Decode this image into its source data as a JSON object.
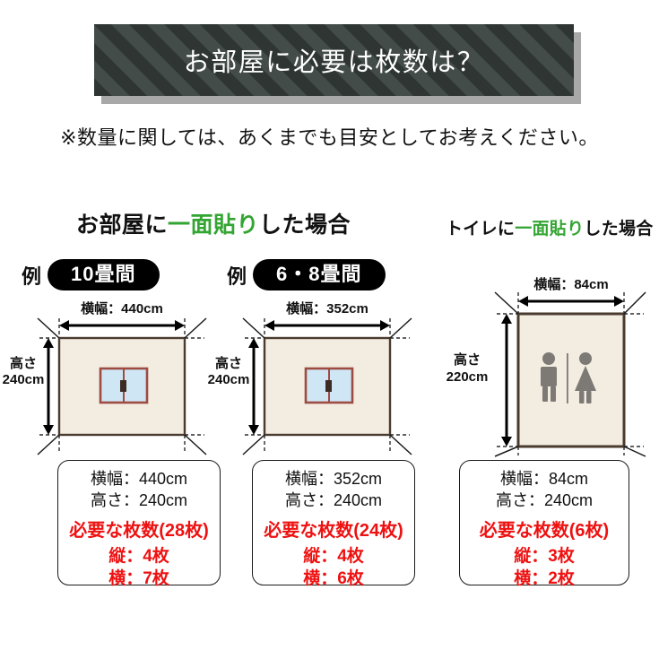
{
  "banner": {
    "title": "お部屋に必要は枚数は？",
    "bg_color": "#2e3533",
    "stripe_color": "#434c49",
    "shadow_color": "#a8a8a8",
    "text_color": "#ffffff"
  },
  "subtitle": "※数量に関しては、あくまでも目安としてお考えください。",
  "accent_green": "#33a532",
  "accent_red": "#ee1111",
  "sections": {
    "room": {
      "heading_pre": "お部屋に",
      "heading_highlight": "一面貼り",
      "heading_post": "した場合"
    },
    "toilet": {
      "heading_pre": "トイレに",
      "heading_highlight": "一面貼り",
      "heading_post": "した場合"
    }
  },
  "examples": [
    {
      "label": "例",
      "badge": "10畳間"
    },
    {
      "label": "例",
      "badge": "6・8畳間"
    }
  ],
  "diagrams": [
    {
      "name": "room-10jo",
      "width_label": "横幅：440cm",
      "height_label_line1": "高さ",
      "height_label_line2": "240cm",
      "wall_color": "#f2ece1",
      "wall_border_color": "#4a3b2e",
      "window_frame_color": "#9e4b42",
      "window_glass_color": "#cfe7f5"
    },
    {
      "name": "room-68jo",
      "width_label": "横幅：352cm",
      "height_label_line1": "高さ",
      "height_label_line2": "240cm",
      "wall_color": "#f2ece1",
      "wall_border_color": "#4a3b2e",
      "window_frame_color": "#9e4b42",
      "window_glass_color": "#cfe7f5"
    },
    {
      "name": "toilet",
      "width_label": "横幅：84cm",
      "height_label_line1": "高さ",
      "height_label_line2": "220cm",
      "wall_color": "#f2ece1",
      "wall_border_color": "#4a3b2e",
      "pictogram_color": "#7d7a75"
    }
  ],
  "info_boxes": [
    {
      "width_text": "横幅：440cm",
      "height_text": "高さ：240cm",
      "total_text": "必要な枚数(28枚)",
      "vertical_text": "縦：4枚",
      "horizontal_text": "横：7枚"
    },
    {
      "width_text": "横幅：352cm",
      "height_text": "高さ：240cm",
      "total_text": "必要な枚数(24枚)",
      "vertical_text": "縦：4枚",
      "horizontal_text": "横：6枚"
    },
    {
      "width_text": "横幅：84cm",
      "height_text": "高さ：240cm",
      "total_text": "必要な枚数(6枚)",
      "vertical_text": "縦：3枚",
      "horizontal_text": "横：2枚"
    }
  ]
}
